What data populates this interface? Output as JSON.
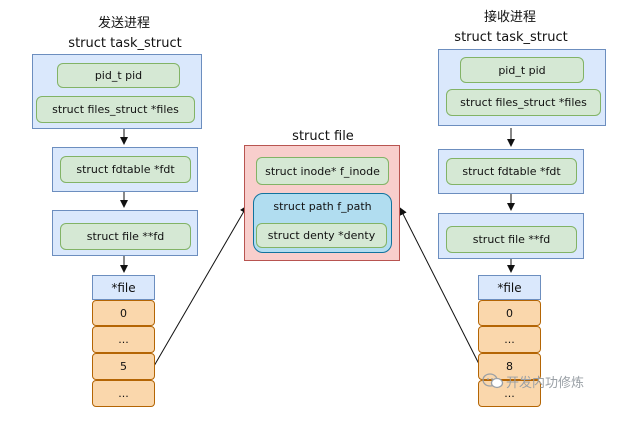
{
  "sender": {
    "heading": "发送进程",
    "struct_title": "struct task_struct",
    "pid": "pid_t pid",
    "files": "struct files_struct *files",
    "fdtable": "struct fdtable *fdt",
    "fd": "struct file **fd",
    "array_head": "*file",
    "cells": [
      "0",
      "...",
      "5",
      "..."
    ]
  },
  "center": {
    "title": "struct file",
    "inode": "struct inode* f_inode",
    "path_title": "struct path  f_path",
    "denty": "struct denty *denty"
  },
  "receiver": {
    "heading": "接收进程",
    "struct_title": "struct task_struct",
    "pid": "pid_t pid",
    "files": "struct files_struct *files",
    "fdtable": "struct fdtable *fdt",
    "fd": "struct file **fd",
    "array_head": "*file",
    "cells": [
      "0",
      "...",
      "8",
      "..."
    ]
  },
  "watermark": "开发内功修炼"
}
